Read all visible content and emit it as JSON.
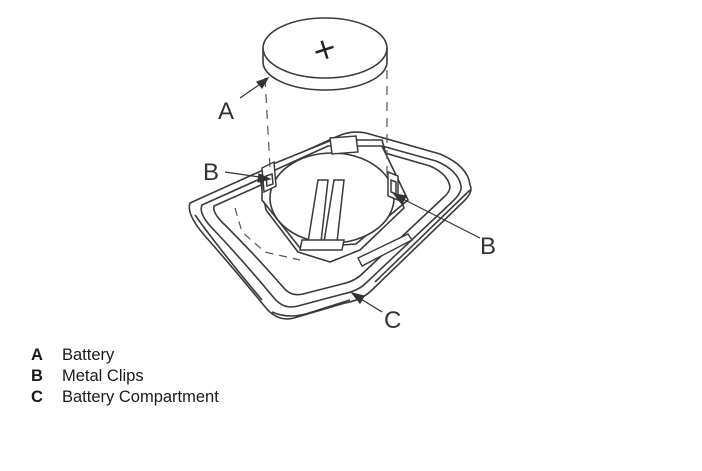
{
  "callouts": {
    "a": "A",
    "b_left": "B",
    "b_right": "B",
    "c": "C"
  },
  "battery_symbol": "+",
  "legend": [
    {
      "key": "A",
      "label": "Battery"
    },
    {
      "key": "B",
      "label": "Metal Clips"
    },
    {
      "key": "C",
      "label": "Battery Compartment"
    }
  ]
}
